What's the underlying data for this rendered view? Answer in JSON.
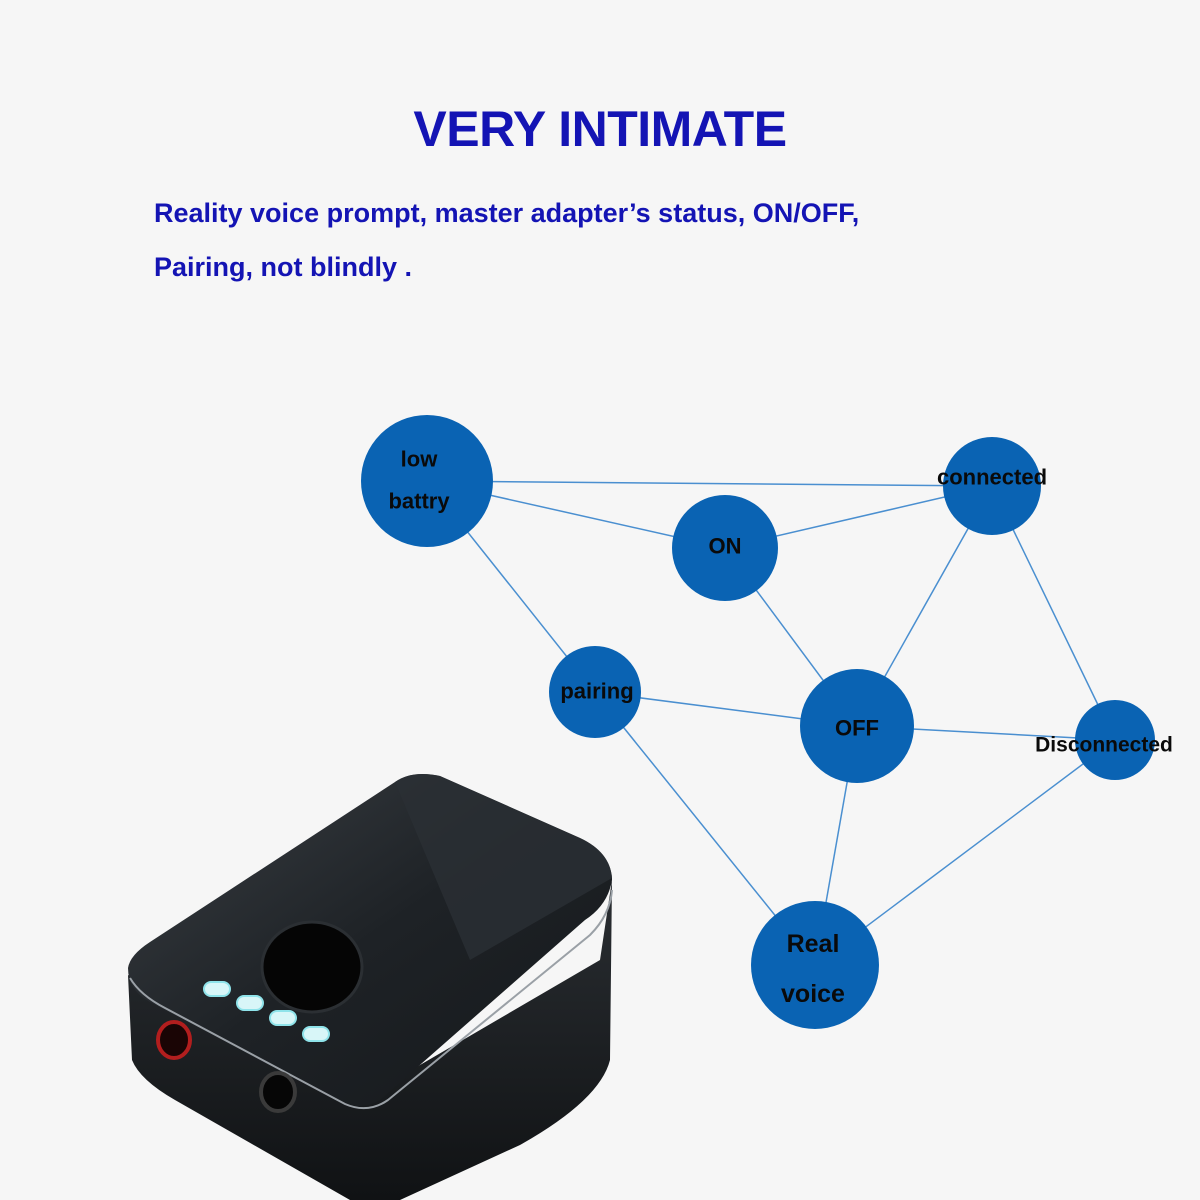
{
  "header": {
    "title": "VERY INTIMATE",
    "subtitle_line1": "Reality voice prompt, master adapter’s status, ON/OFF,",
    "subtitle_line2": "Pairing, not blindly ."
  },
  "colors": {
    "text_blue": "#1414b4",
    "node_fill": "#0a63b3",
    "edge": "#4a8fd0",
    "background": "#f6f6f6"
  },
  "nodes": [
    {
      "id": "low_battry",
      "label_lines": [
        "low",
        "battry"
      ]
    },
    {
      "id": "connected",
      "label_lines": [
        "connected"
      ]
    },
    {
      "id": "on",
      "label_lines": [
        "ON"
      ]
    },
    {
      "id": "pairing",
      "label_lines": [
        "pairing"
      ]
    },
    {
      "id": "off",
      "label_lines": [
        "OFF"
      ]
    },
    {
      "id": "disconnected",
      "label_lines": [
        "Disconnected"
      ]
    },
    {
      "id": "real_voice",
      "label_lines": [
        "Real",
        "voice"
      ]
    }
  ],
  "edges": [
    [
      "low_battry",
      "connected"
    ],
    [
      "low_battry",
      "on"
    ],
    [
      "low_battry",
      "pairing"
    ],
    [
      "on",
      "connected"
    ],
    [
      "on",
      "off"
    ],
    [
      "connected",
      "off"
    ],
    [
      "connected",
      "disconnected"
    ],
    [
      "pairing",
      "off"
    ],
    [
      "pairing",
      "real_voice"
    ],
    [
      "off",
      "disconnected"
    ],
    [
      "off",
      "real_voice"
    ],
    [
      "disconnected",
      "real_voice"
    ]
  ]
}
